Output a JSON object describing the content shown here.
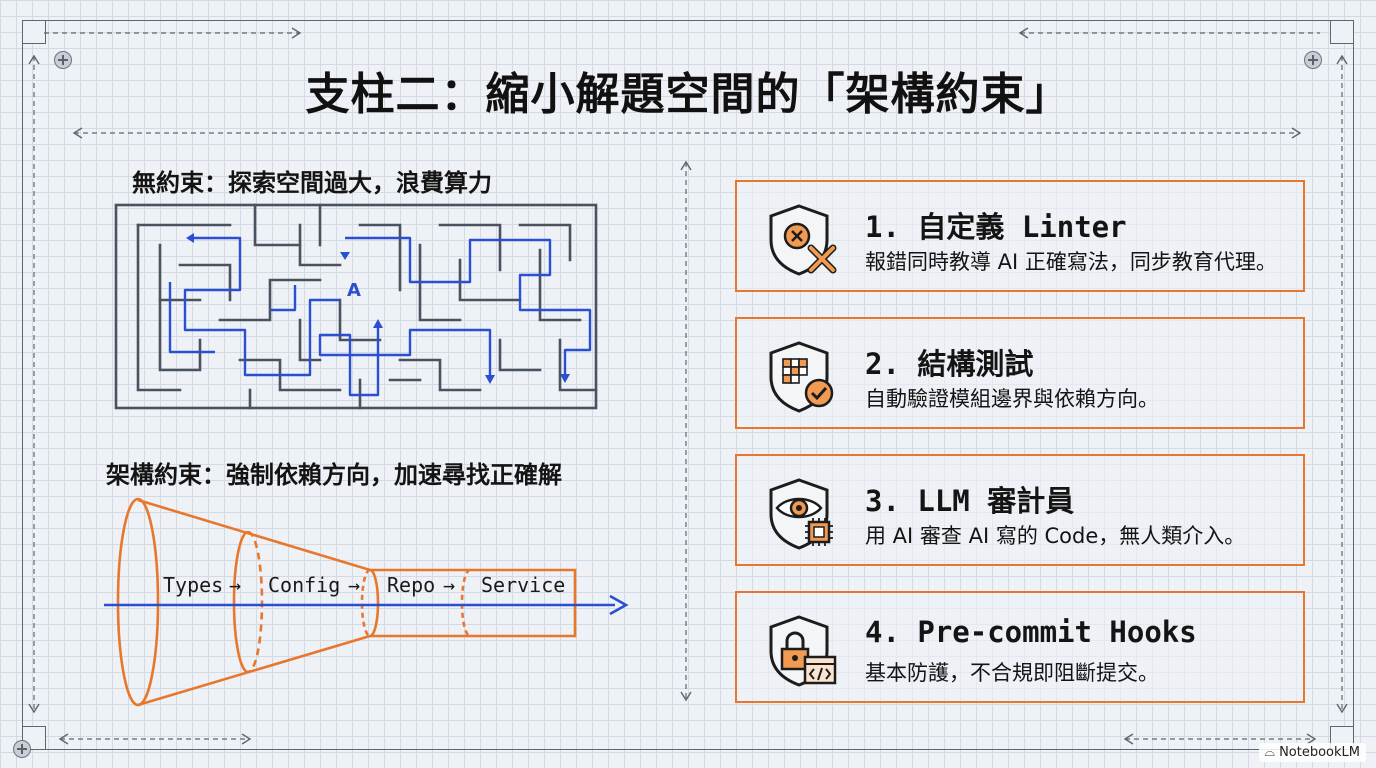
{
  "title": "支柱二：縮小解題空間的「架構約束」",
  "left": {
    "maze_heading": "無約束：探索空間過大，浪費算力",
    "maze_marker": "A",
    "funnel_heading": "架構約束：強制依賴方向，加速尋找正確解",
    "funnel_stages": [
      "Types",
      "Config",
      "Repo",
      "Service"
    ],
    "arrow_glyph": "→"
  },
  "cards": [
    {
      "title": "1. 自定義 Linter",
      "desc": "報錯同時教導 AI 正確寫法，同步教育代理。",
      "icon": "shield-x-wrench-icon"
    },
    {
      "title": "2. 結構測試",
      "desc": "自動驗證模組邊界與依賴方向。",
      "icon": "shield-grid-check-icon"
    },
    {
      "title": "3. LLM 審計員",
      "desc": "用 AI 審查 AI 寫的 Code，無人類介入。",
      "icon": "shield-eye-chip-icon"
    },
    {
      "title": "4. Pre-commit Hooks",
      "desc": "基本防護，不合規即阻斷提交。",
      "icon": "shield-lock-code-icon"
    }
  ],
  "colors": {
    "accent": "#e8772e",
    "path": "#2b4fd1",
    "maze": "#4a5260"
  },
  "watermark": "NotebookLM"
}
